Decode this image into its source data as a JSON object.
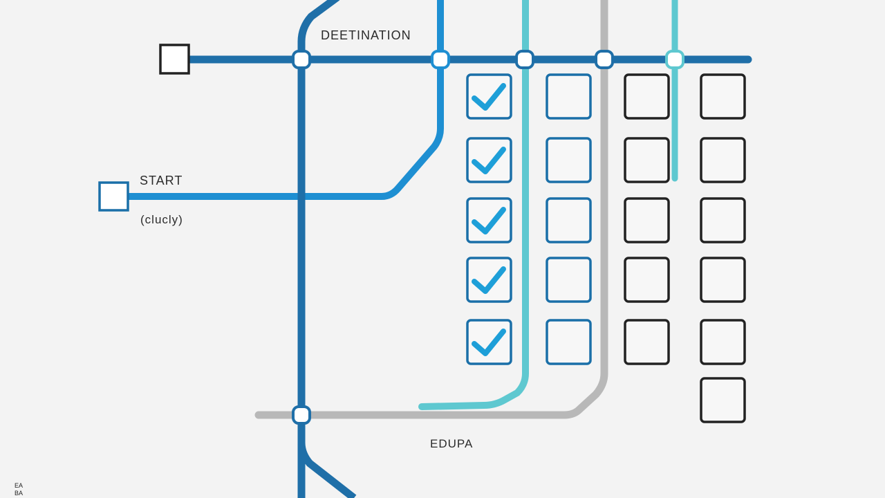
{
  "labels": {
    "destination": "DEETINATION",
    "start": "START",
    "start_sub": "(clucly)",
    "bottom": "EDUPA",
    "corner": "EA\nBA"
  },
  "colors": {
    "background": "#f3f3f3",
    "line_dark_blue": "#1f6fa8",
    "line_blue": "#1e8fd2",
    "line_teal": "#5ec8d0",
    "line_gray": "#b8b8b8",
    "box_blue": "#1a6fa8",
    "box_dark": "#222222",
    "check": "#1e9fd8",
    "junction_fill": "#ffffff"
  },
  "checklist": {
    "columns": [
      {
        "name": "column-1",
        "style": "blue",
        "checked": [
          true,
          true,
          true,
          true,
          true
        ]
      },
      {
        "name": "column-2",
        "style": "blue",
        "checked": [
          false,
          false,
          false,
          false,
          false
        ]
      },
      {
        "name": "column-3",
        "style": "dark",
        "checked": [
          false,
          false,
          false,
          false,
          false
        ]
      },
      {
        "name": "column-4",
        "style": "dark",
        "checked": [
          false,
          false,
          false,
          false,
          false,
          false
        ]
      }
    ]
  },
  "icons": {
    "checkmark": "check-icon",
    "junction": "junction-node-icon",
    "terminal": "terminal-square-icon"
  }
}
